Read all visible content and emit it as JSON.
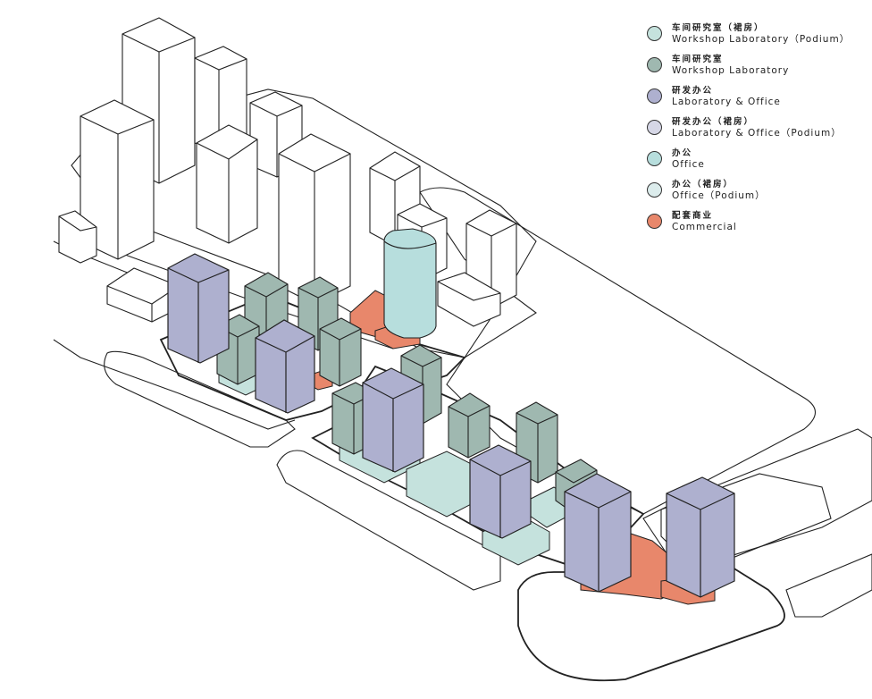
{
  "legend": {
    "items": [
      {
        "cn": "车间研究室（裙房）",
        "en": "Workshop Laboratory（Podium）",
        "color": "#c5e2dd"
      },
      {
        "cn": "车间研究室",
        "en": "Workshop Laboratory",
        "color": "#9fb8b0"
      },
      {
        "cn": "研发办公",
        "en": "Laboratory & Office",
        "color": "#aeb0cf"
      },
      {
        "cn": "研发办公（裙房）",
        "en": "Laboratory & Office（Podium）",
        "color": "#d6d7e6"
      },
      {
        "cn": "办公",
        "en": "Office",
        "color": "#b7dedd"
      },
      {
        "cn": "办公（裙房）",
        "en": "Office（Podium）",
        "color": "#dcecec"
      },
      {
        "cn": "配套商业",
        "en": "Commercial",
        "color": "#e8876b"
      }
    ]
  },
  "colors": {
    "white_building": "#ffffff",
    "outline": "#222222"
  }
}
